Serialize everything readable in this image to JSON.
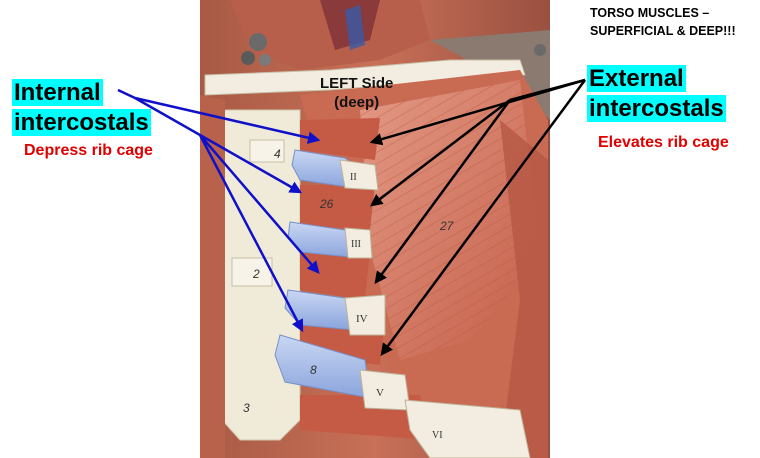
{
  "title": {
    "line1": "TORSO MUSCLES –",
    "line2": "SUPERFICIAL & DEEP!!!"
  },
  "center_label": {
    "line1": "LEFT Side",
    "line2": "(deep)"
  },
  "internal": {
    "line1": "Internal",
    "line2": "intercostals",
    "action": "Depress rib cage",
    "arrow_color": "#1010c8"
  },
  "external": {
    "line1": "External",
    "line2": "intercostals",
    "action": "Elevates rib cage",
    "arrow_color": "#000000"
  },
  "model_markings": {
    "numbers": [
      "4",
      "26",
      "27",
      "2",
      "8",
      "3"
    ],
    "rib_numerals": [
      "II",
      "III",
      "IV",
      "V",
      "VI"
    ]
  },
  "colors": {
    "highlight": "#00ffff",
    "action_text": "#e00000",
    "muscle": "#c9624d",
    "cartilage": "#9fb7e6",
    "bone": "#f0ead8"
  }
}
